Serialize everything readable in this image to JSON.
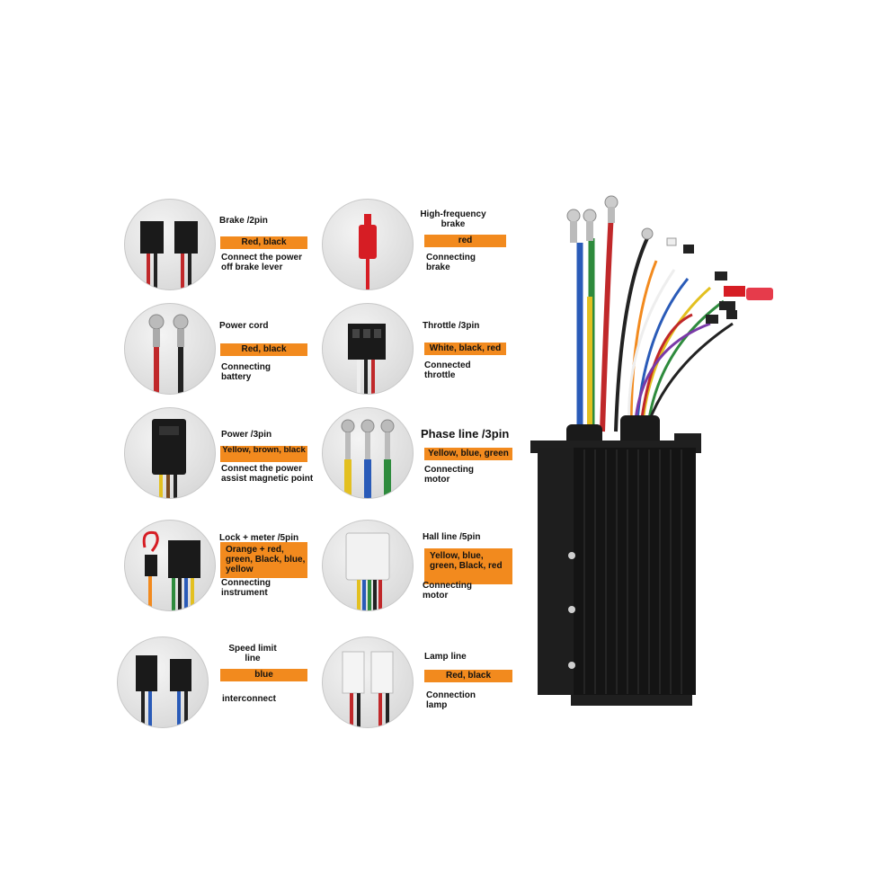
{
  "connectors": [
    {
      "title": "Brake /2pin",
      "colors": "Red, black",
      "desc": "Connect the power off brake lever"
    },
    {
      "title": "High-frequency brake",
      "colors": "red",
      "desc": "Connecting brake"
    },
    {
      "title": "Power cord",
      "colors": "Red, black",
      "desc": "Connecting battery"
    },
    {
      "title": "Throttle /3pin",
      "colors": "White, black, red",
      "desc": "Connected throttle"
    },
    {
      "title": "Power /3pin",
      "colors": "Yellow, brown, black",
      "desc": "Connect the power assist magnetic point"
    },
    {
      "title": "Phase line /3pin",
      "colors": "Yellow, blue, green",
      "desc": "Connecting motor"
    },
    {
      "title": "Lock + meter /5pin",
      "colors": "Orange + red, green, Black, blue, yellow",
      "desc": "Connecting instrument"
    },
    {
      "title": "Hall line /5pin",
      "colors": "Yellow, blue, green, Black, red",
      "desc": "Connecting motor"
    },
    {
      "title": "Speed limit line",
      "colors": "blue",
      "desc": "interconnect"
    },
    {
      "title": "Lamp line",
      "colors": "Red, black",
      "desc": "Connection lamp"
    }
  ],
  "colors": {
    "label_bar": "#f28a1e",
    "housing": "#141414"
  }
}
